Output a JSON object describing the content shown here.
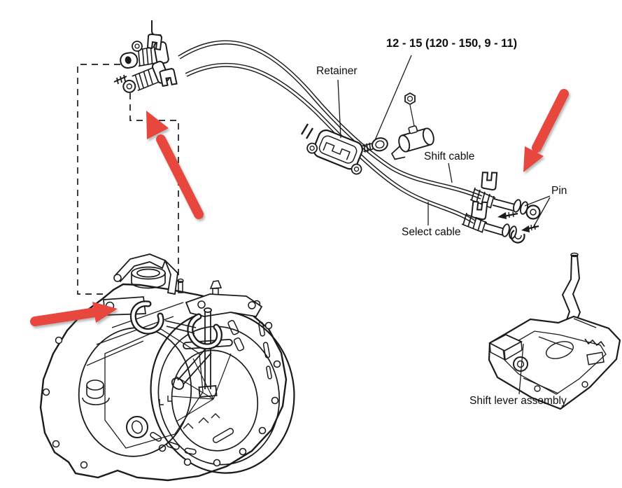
{
  "labels": {
    "torque_spec": "12 - 15 (120 - 150, 9 - 11)",
    "retainer": "Retainer",
    "shift_cable": "Shift cable",
    "select_cable": "Select cable",
    "pin": "Pin",
    "shift_lever_assembly": "Shift lever assembly"
  },
  "colors": {
    "background": "#ffffff",
    "line_ink": "#1b1b1b",
    "annotation_arrow": "#e8473e"
  },
  "annotations": {
    "red_arrows": [
      {
        "id": "arrow-upper-left",
        "direction": "up-left"
      },
      {
        "id": "arrow-right",
        "direction": "down-left"
      },
      {
        "id": "arrow-lower-left",
        "direction": "right"
      }
    ]
  }
}
